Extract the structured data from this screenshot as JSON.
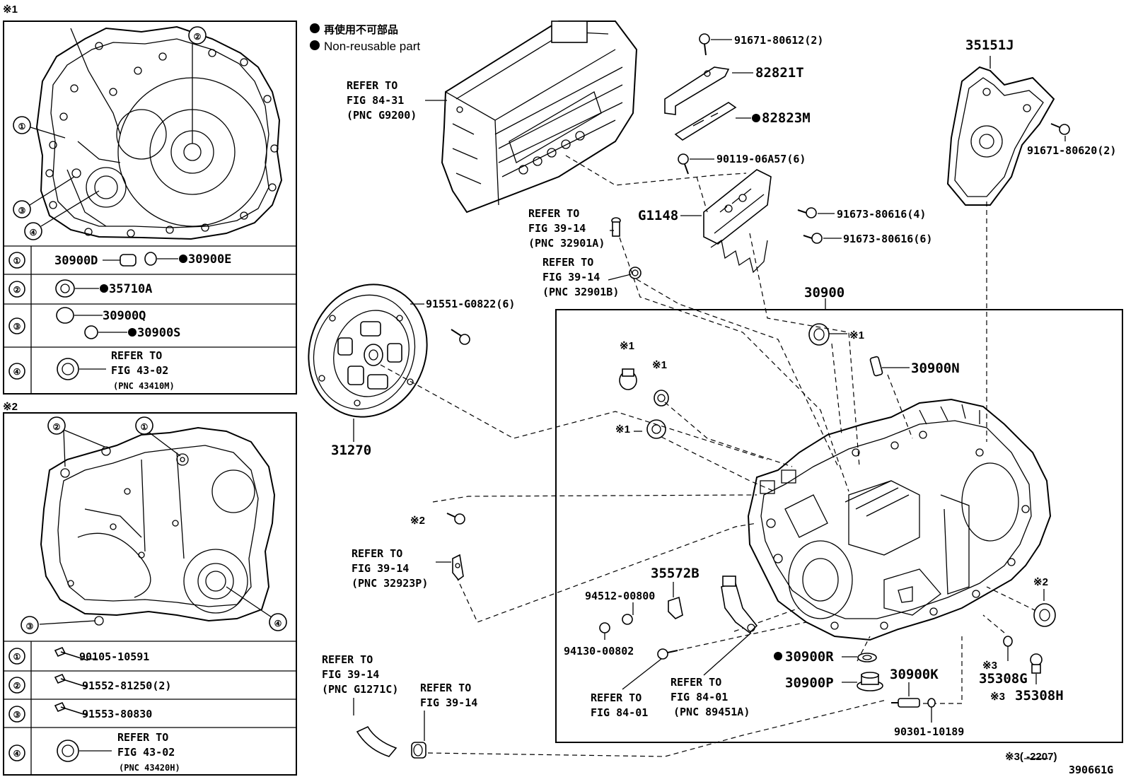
{
  "legend": {
    "cn": "再使用不可部品",
    "en": "Non-reusable part"
  },
  "section_marks": {
    "s1": "※1",
    "s2": "※2"
  },
  "inset1": {
    "rows": [
      {
        "num": "①",
        "a": "30900D",
        "b": "30900E"
      },
      {
        "num": "②",
        "a": "35710A"
      },
      {
        "num": "③",
        "a": "30900Q",
        "b": "30900S"
      },
      {
        "num": "④",
        "l1": "REFER TO",
        "l2": "FIG 43-02",
        "l3": "(PNC 43410M)"
      }
    ],
    "callouts": [
      "①",
      "②",
      "③",
      "④"
    ]
  },
  "inset2": {
    "rows": [
      {
        "num": "①",
        "a": "90105-10591"
      },
      {
        "num": "②",
        "a": "91552-81250(2)"
      },
      {
        "num": "③",
        "a": "91553-80830"
      },
      {
        "num": "④",
        "l1": "REFER TO",
        "l2": "FIG 43-02",
        "l3": "(PNC 43420H)"
      }
    ],
    "callouts": [
      "②",
      "①",
      "③",
      "④"
    ]
  },
  "labels": {
    "p91671_80612": "91671-80612(2)",
    "p82821T": "82821T",
    "p82823M": "82823M",
    "p90119": "90119-06A57(6)",
    "p35151J": "35151J",
    "p91671_80620": "91671-80620(2)",
    "ref8431_1": "REFER TO",
    "ref8431_2": "FIG 84-31",
    "ref8431_3": "(PNC G9200)",
    "ref3914a_1": "REFER TO",
    "ref3914a_2": "FIG 39-14",
    "ref3914a_3": "(PNC 32901A)",
    "ref3914b_1": "REFER TO",
    "ref3914b_2": "FIG 39-14",
    "ref3914b_3": "(PNC 32901B)",
    "pG1148": "G1148",
    "p91673_4": "91673-80616(4)",
    "p91673_6": "91673-80616(6)",
    "p91551": "91551-G0822(6)",
    "p30900": "30900",
    "p30900N": "30900N",
    "p31270": "31270",
    "mk1a": "※1",
    "mk1b": "※1",
    "mk1c": "※1",
    "mk1d": "※1",
    "mk2a": "※2",
    "mk2b": "※2",
    "mk3a": "※3",
    "mk3b": "※3",
    "mk3c": "※3",
    "ref32923_1": "REFER TO",
    "ref32923_2": "FIG 39-14",
    "ref32923_3": "(PNC 32923P)",
    "p35572B": "35572B",
    "p94512": "94512-00800",
    "p94130": "94130-00802",
    "p30900R": "30900R",
    "p30900P": "30900P",
    "p30900K": "30900K",
    "p35308G": "35308G",
    "p35308H": "35308H",
    "p90301": "90301-10189",
    "ref8401a_1": "REFER TO",
    "ref8401a_2": "FIG 84-01",
    "ref8401b_1": "REFER TO",
    "ref8401b_2": "FIG 84-01",
    "ref8401b_3": "(PNC 89451A)",
    "refG1271_1": "REFER TO",
    "refG1271_2": "FIG 39-14",
    "refG1271_3": "(PNC G1271C)",
    "ref3914c_1": "REFER TO",
    "ref3914c_2": "FIG 39-14",
    "footer_range": "※3(     -2207)",
    "diagram_no": "390661G"
  }
}
